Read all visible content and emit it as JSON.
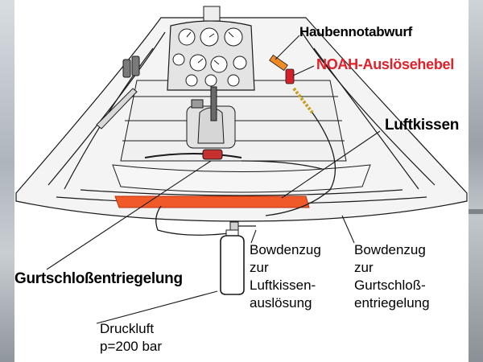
{
  "labels": {
    "haubennotabwurf": "Haubennotabwurf",
    "noah": "NOAH-Auslösehebel",
    "luftkissen": "Luftkissen",
    "gurtschloss_entriegelung": "Gurtschloßentriegelung",
    "bowdenzug_luftkissen": [
      "Bowdenzug",
      "zur",
      "Luftkissen-",
      "auslösung"
    ],
    "bowdenzug_gurtschloss": [
      "Bowdenzug",
      "zur",
      "Gurtschloß-",
      "entriegelung"
    ],
    "druckluft": [
      "Druckluft",
      "p=200 bar"
    ]
  },
  "colors": {
    "noah_label": "#e0202a",
    "airbag": "#f05a28",
    "lever": "#d4202a",
    "canopy_release": "#f08a24",
    "line": "#1a1a1a"
  }
}
